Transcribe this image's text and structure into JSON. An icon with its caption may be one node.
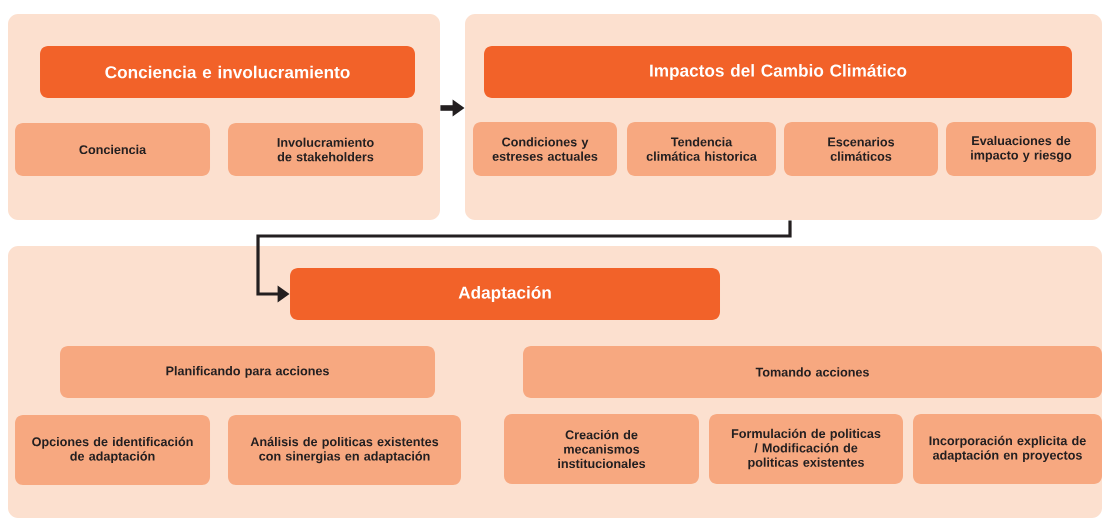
{
  "diagram": {
    "nodes": [
      {
        "text": [],
        "shape": "box"
      },
      {
        "text": [
          "Conciencia e involucramiento"
        ],
        "in": 0
      },
      {
        "text": [
          "Conciencia"
        ],
        "in": 0
      },
      {
        "text": [
          "Involucramiento de stakeholders"
        ],
        "in": 0
      },
      {
        "text": [],
        "shape": "box"
      },
      {
        "text": [
          "Impactos del Cambio Climático"
        ],
        "in": 4
      },
      {
        "text": [
          "Condiciones y estreses actuales"
        ],
        "in": 4
      },
      {
        "text": [
          "Tendencia climática historica"
        ],
        "in": 4
      },
      {
        "text": [
          "Escenarios climáticos"
        ],
        "in": 4
      },
      {
        "text": [
          "Evaluaciones de impacto y riesgo"
        ],
        "in": 4
      },
      {
        "text": [],
        "shape": "box"
      },
      {
        "text": [
          "Adaptación"
        ],
        "in": 10
      },
      {
        "text": [
          "Planificando para acciones"
        ],
        "in": 10
      },
      {
        "text": [
          "Tomando acciones"
        ],
        "in": 10
      },
      {
        "text": [
          "Opciones de identificación de adaptación"
        ],
        "in": 10
      },
      {
        "text": [
          "Análisis de politicas existentes con sinergias en adaptación"
        ],
        "in": 10
      },
      {
        "text": [
          "Creación de mecanismos institucionales"
        ],
        "in": 10
      },
      {
        "text": [
          "Formulación de politicas / Modificación de politicas existentes"
        ],
        "in": 10
      },
      {
        "text": [
          "Incorporación explicita de adaptación en proyectos"
        ],
        "in": 10
      }
    ],
    "edges": [
      {
        "from": 0,
        "to": 4,
        "arrow": "to"
      },
      {
        "from": 4,
        "to": 11,
        "arrow": "to"
      }
    ]
  }
}
